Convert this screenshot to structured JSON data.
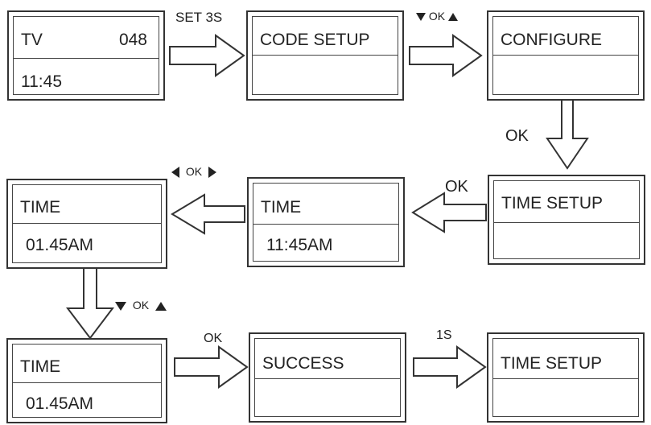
{
  "screens": {
    "s1": {
      "line1_left": "TV",
      "line1_right": "048",
      "line2": "11:45"
    },
    "s2": {
      "line1": "CODE SETUP",
      "line2": ""
    },
    "s3": {
      "line1": "CONFIGURE",
      "line2": ""
    },
    "s4": {
      "line1": "TIME SETUP",
      "line2": ""
    },
    "s5": {
      "line1": "TIME",
      "line2": "11:45AM"
    },
    "s6": {
      "line1": "TIME",
      "line2": "01.45AM"
    },
    "s7": {
      "line1": "TIME",
      "line2": "01.45AM"
    },
    "s8": {
      "line1": "SUCCESS",
      "line2": ""
    },
    "s9": {
      "line1": "TIME SETUP",
      "line2": ""
    }
  },
  "labels": {
    "set3s": "SET 3S",
    "ok_updown_1": "OK",
    "ok_down": "OK",
    "ok_left": "OK",
    "ok_leftright": "OK",
    "ok_updown_2": "OK",
    "ok_right": "OK",
    "one_s": "1S"
  }
}
